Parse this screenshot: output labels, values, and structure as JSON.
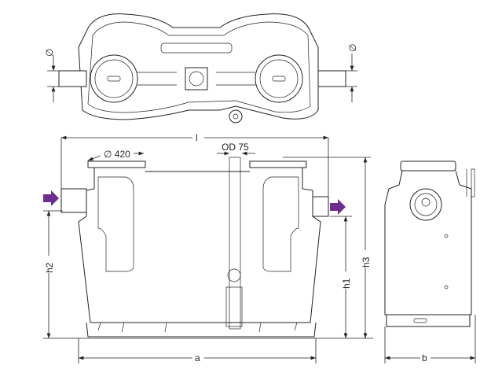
{
  "labels": {
    "diameter_left": "∅",
    "diameter_right": "∅",
    "length": "l",
    "pipe_od": "OD 75",
    "cover_diameter": "∅ 420",
    "h2": "h2",
    "h1": "h1",
    "h3": "h3",
    "a": "a",
    "b": "b"
  },
  "colors": {
    "arrow": "#6b2d8e",
    "line": "#222222"
  }
}
